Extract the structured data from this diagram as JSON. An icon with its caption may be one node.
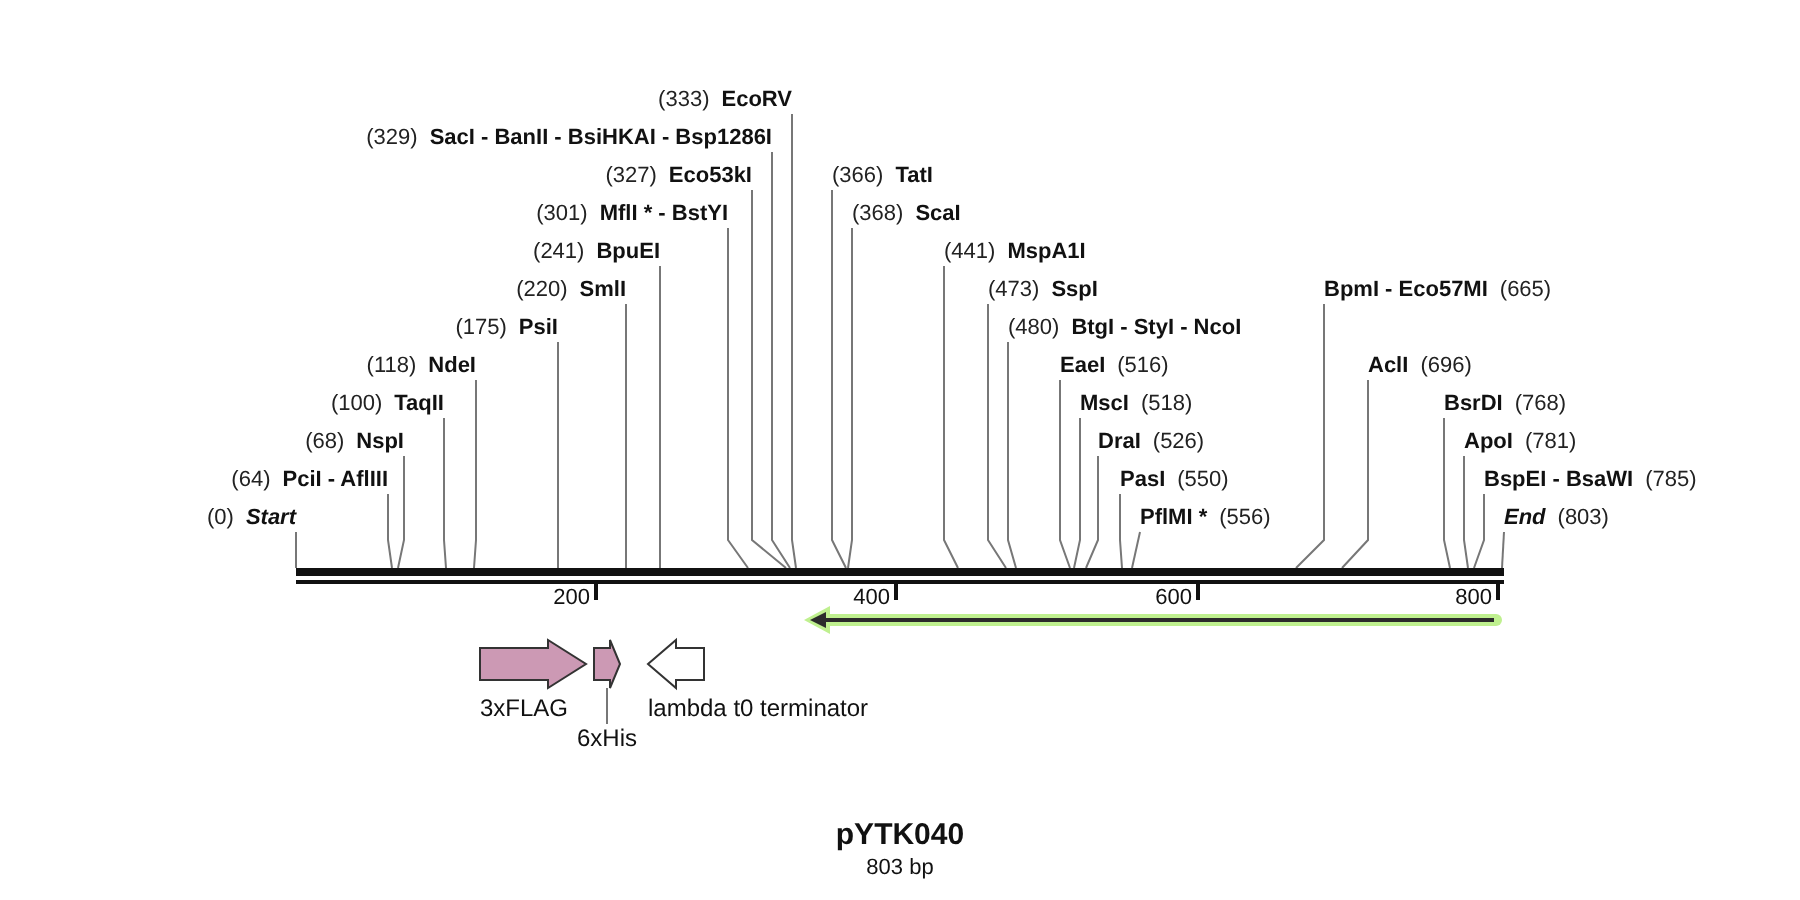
{
  "diagram": {
    "title": "pYTK040",
    "nodes": [
      {
        "text": [
          "(0)",
          "Start"
        ]
      },
      {
        "text": [
          "(64)",
          "PciI - AflIII"
        ]
      },
      {
        "text": [
          "(68)",
          "NspI"
        ]
      },
      {
        "text": [
          "(100)",
          "TaqII"
        ]
      },
      {
        "text": [
          "(118)",
          "NdeI"
        ]
      },
      {
        "text": [
          "(175)",
          "PsiI"
        ]
      },
      {
        "text": [
          "(220)",
          "SmlI"
        ]
      },
      {
        "text": [
          "(241)",
          "BpuEI"
        ]
      },
      {
        "text": [
          "(301)",
          "MflI * - BstYI"
        ]
      },
      {
        "text": [
          "(327)",
          "Eco53kI"
        ]
      },
      {
        "text": [
          "(329)",
          "SacI - BanII - BsiHKAI - Bsp1286I"
        ]
      },
      {
        "text": [
          "(333)",
          "EcoRV"
        ]
      },
      {
        "text": [
          "(366)",
          "TatI"
        ]
      },
      {
        "text": [
          "(368)",
          "ScaI"
        ]
      },
      {
        "text": [
          "(441)",
          "MspA1I"
        ]
      },
      {
        "text": [
          "(473)",
          "SspI"
        ]
      },
      {
        "text": [
          "(480)",
          "BtgI - StyI - NcoI"
        ]
      },
      {
        "text": [
          "EaeI",
          "(516)"
        ]
      },
      {
        "text": [
          "MscI",
          "(518)"
        ]
      },
      {
        "text": [
          "DraI",
          "(526)"
        ]
      },
      {
        "text": [
          "PasI",
          "(550)"
        ]
      },
      {
        "text": [
          "PflMI *",
          "(556)"
        ]
      },
      {
        "text": [
          "BpmI - Eco57MI",
          "(665)"
        ]
      },
      {
        "text": [
          "AclI",
          "(696)"
        ]
      },
      {
        "text": [
          "BsrDI",
          "(768)"
        ]
      },
      {
        "text": [
          "ApoI",
          "(781)"
        ]
      },
      {
        "text": [
          "BspEI - BsaWI",
          "(785)"
        ]
      },
      {
        "text": [
          "End",
          "(803)"
        ]
      },
      {
        "text": [],
        "shape": "bar"
      },
      {
        "text": [],
        "shape": "arrow"
      },
      {
        "text": [],
        "shape": "arrow",
        "beside": [
          "3xFLAG"
        ]
      },
      {
        "text": [],
        "shape": "arrow"
      },
      {
        "text": [],
        "shape": "arrow",
        "beside": [
          "lambda t0 terminator"
        ]
      },
      {
        "text": [
          "6xHis"
        ]
      }
    ],
    "edges": [
      {
        "from": 0,
        "to": 28,
        "arrow": "none"
      },
      {
        "from": 1,
        "to": 28,
        "arrow": "none"
      },
      {
        "from": 2,
        "to": 28,
        "arrow": "none"
      },
      {
        "from": 3,
        "to": 28,
        "arrow": "none"
      },
      {
        "from": 4,
        "to": 28,
        "arrow": "none"
      },
      {
        "from": 5,
        "to": 28,
        "arrow": "none"
      },
      {
        "from": 6,
        "to": 28,
        "arrow": "none"
      },
      {
        "from": 7,
        "to": 28,
        "arrow": "none"
      },
      {
        "from": 8,
        "to": 28,
        "arrow": "none"
      },
      {
        "from": 9,
        "to": 28,
        "arrow": "none"
      },
      {
        "from": 10,
        "to": 28,
        "arrow": "none"
      },
      {
        "from": 11,
        "to": 28,
        "arrow": "none"
      },
      {
        "from": 12,
        "to": 28,
        "arrow": "none"
      },
      {
        "from": 13,
        "to": 28,
        "arrow": "none"
      },
      {
        "from": 14,
        "to": 28,
        "arrow": "none"
      },
      {
        "from": 15,
        "to": 28,
        "arrow": "none"
      },
      {
        "from": 16,
        "to": 28,
        "arrow": "none"
      },
      {
        "from": 17,
        "to": 28,
        "arrow": "none"
      },
      {
        "from": 18,
        "to": 28,
        "arrow": "none"
      },
      {
        "from": 19,
        "to": 28,
        "arrow": "none"
      },
      {
        "from": 20,
        "to": 28,
        "arrow": "none"
      },
      {
        "from": 21,
        "to": 28,
        "arrow": "none"
      },
      {
        "from": 22,
        "to": 28,
        "arrow": "none"
      },
      {
        "from": 23,
        "to": 28,
        "arrow": "none"
      },
      {
        "from": 24,
        "to": 28,
        "arrow": "none"
      },
      {
        "from": 25,
        "to": 28,
        "arrow": "none"
      },
      {
        "from": 26,
        "to": 28,
        "arrow": "none"
      },
      {
        "from": 27,
        "to": 28,
        "arrow": "none"
      },
      {
        "from": 33,
        "to": 31,
        "arrow": "none"
      }
    ],
    "labels": [
      "200",
      "400",
      "600",
      "800",
      "803 bp"
    ]
  }
}
